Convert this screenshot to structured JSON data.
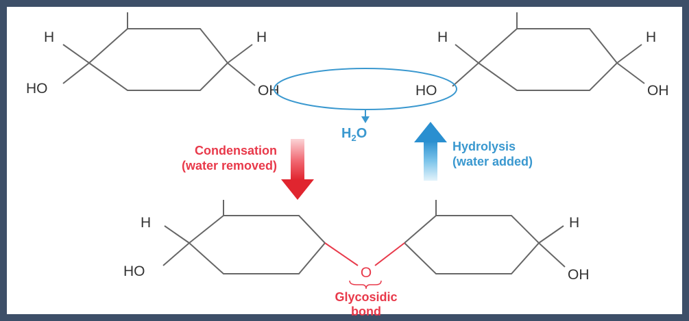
{
  "labels": {
    "h": "H",
    "ho": "HO",
    "oh": "OH",
    "water_main": "H",
    "water_sub": "2",
    "water_o": "O",
    "link_o": "O"
  },
  "condensation": {
    "line1": "Condensation",
    "line2": "(water removed)"
  },
  "hydrolysis": {
    "line1": "Hydrolysis",
    "line2": "(water added)"
  },
  "glycosidic": {
    "line1": "Glycosidic",
    "line2": "bond"
  },
  "colors": {
    "frame": "#3d4f68",
    "condensation": "#e8394a",
    "hydrolysis": "#3a98cf",
    "bond": "#666666"
  }
}
